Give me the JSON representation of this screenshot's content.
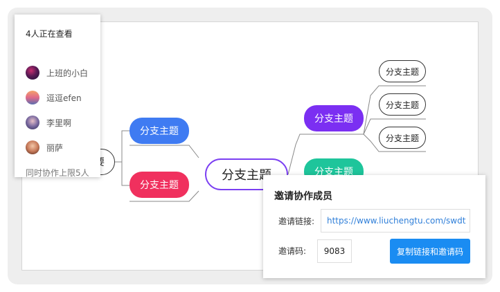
{
  "mindmap": {
    "root_label": "要",
    "center_label": "分支主题",
    "branches": [
      {
        "label": "分支主题",
        "color": "#3f7bf2"
      },
      {
        "label": "分支主题",
        "color": "#f0305e"
      },
      {
        "label": "分支主题",
        "color": "#7b2ff2"
      },
      {
        "label": "分支主题",
        "color": "#1ec59b"
      }
    ],
    "leaves": [
      {
        "label": "分支主题"
      },
      {
        "label": "分支主题"
      },
      {
        "label": "分支主题"
      }
    ],
    "center_border_color": "#7b3ff2"
  },
  "viewers": {
    "title": "4人正在查看",
    "items": [
      {
        "name": "上班的小白",
        "avatar": "avatar-photo-icon"
      },
      {
        "name": "逗逗efen",
        "avatar": "avatar-photo-icon"
      },
      {
        "name": "李里啊",
        "avatar": "avatar-photo-icon"
      },
      {
        "name": "丽萨",
        "avatar": "avatar-photo-icon"
      }
    ],
    "limit_text": "同时协作上限5人"
  },
  "invite": {
    "title": "邀请协作成员",
    "link_label": "邀请链接:",
    "link_value": "https://www.liuchengtu.com/swdt",
    "code_label": "邀请码:",
    "code_value": "9083",
    "copy_button_label": "复制链接和邀请码",
    "accent_color": "#1a8cf2"
  }
}
